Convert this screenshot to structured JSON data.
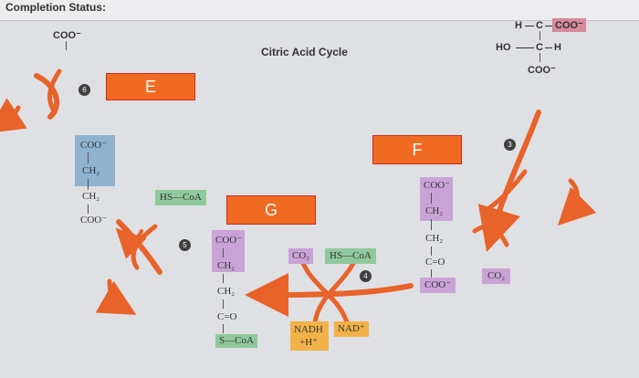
{
  "header": {
    "status_label": "Completion Status:"
  },
  "diagram": {
    "title": "Citric Acid Cycle",
    "labels": {
      "e": "E",
      "f": "F",
      "g": "G"
    },
    "steps": {
      "s3": "3",
      "s4": "4",
      "s5": "5",
      "s6": "6"
    },
    "top_left": {
      "coo": "COO⁻"
    },
    "top_right": {
      "l1_a": "H",
      "l1_b": "C",
      "l1_c": "COO⁻",
      "l2_a": "HO",
      "l2_b": "C",
      "l2_c": "H",
      "l3": "COO⁻"
    },
    "left_molecule": {
      "l1": "COO⁻",
      "l2": "CH₂",
      "l3": "CH₂",
      "l4": "COO⁻"
    },
    "center_molecule": {
      "l1": "COO⁻",
      "l2": "CH₂",
      "l3": "CH₂",
      "l4": "C=O",
      "l5": "S—CoA"
    },
    "right_molecule": {
      "l1": "COO⁻",
      "l2": "CH₂",
      "l3": "CH₂",
      "l4": "C=O",
      "l5": "COO⁻"
    },
    "tags": {
      "hscoa_left": "HS—CoA",
      "co2_center": "CO₂",
      "hscoa_center": "HS—CoA",
      "nadh": "NADH",
      "hplus": "+H⁺",
      "nad": "NAD⁺",
      "co2_right": "CO₂"
    }
  },
  "colors": {
    "label_fill": "#f06a22",
    "label_border": "#cc2a1a",
    "arrow": "#e8622a"
  }
}
